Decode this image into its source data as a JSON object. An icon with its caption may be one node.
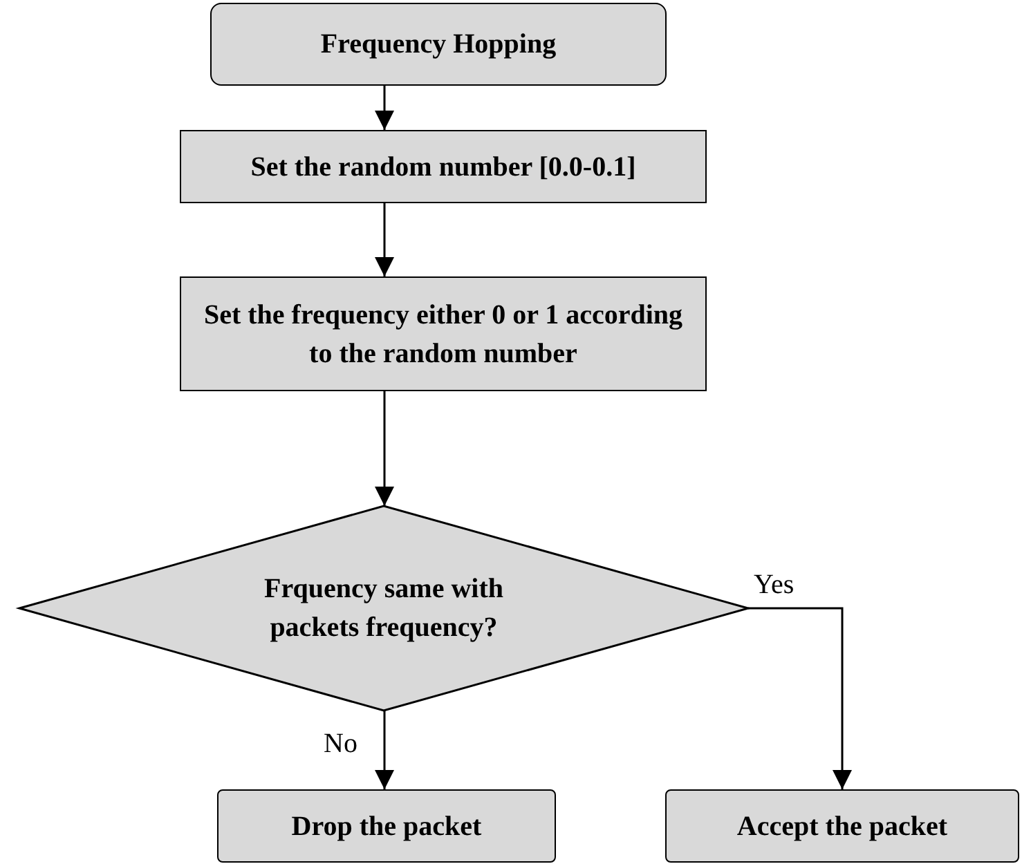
{
  "diagram": {
    "nodes": [
      {
        "text": [
          "Frequency Hopping"
        ]
      },
      {
        "text": [
          "Set the random number [0.0-0.1]"
        ]
      },
      {
        "text": [
          "Set the frequency either 0 or 1 according to the random number"
        ]
      },
      {
        "text": [
          "Frquency same with packets frequency?"
        ]
      },
      {
        "text": [
          "Drop the packet"
        ]
      },
      {
        "text": [
          "Accept the packet"
        ]
      }
    ],
    "edges": [
      {
        "from": 0,
        "to": 1,
        "arrow": "to"
      },
      {
        "from": 1,
        "to": 2,
        "arrow": "to"
      },
      {
        "from": 2,
        "to": 3,
        "arrow": "to"
      },
      {
        "from": 3,
        "to": 4,
        "arrow": "to",
        "label": "No"
      },
      {
        "from": 3,
        "to": 5,
        "arrow": "to",
        "label": "Yes"
      }
    ]
  }
}
